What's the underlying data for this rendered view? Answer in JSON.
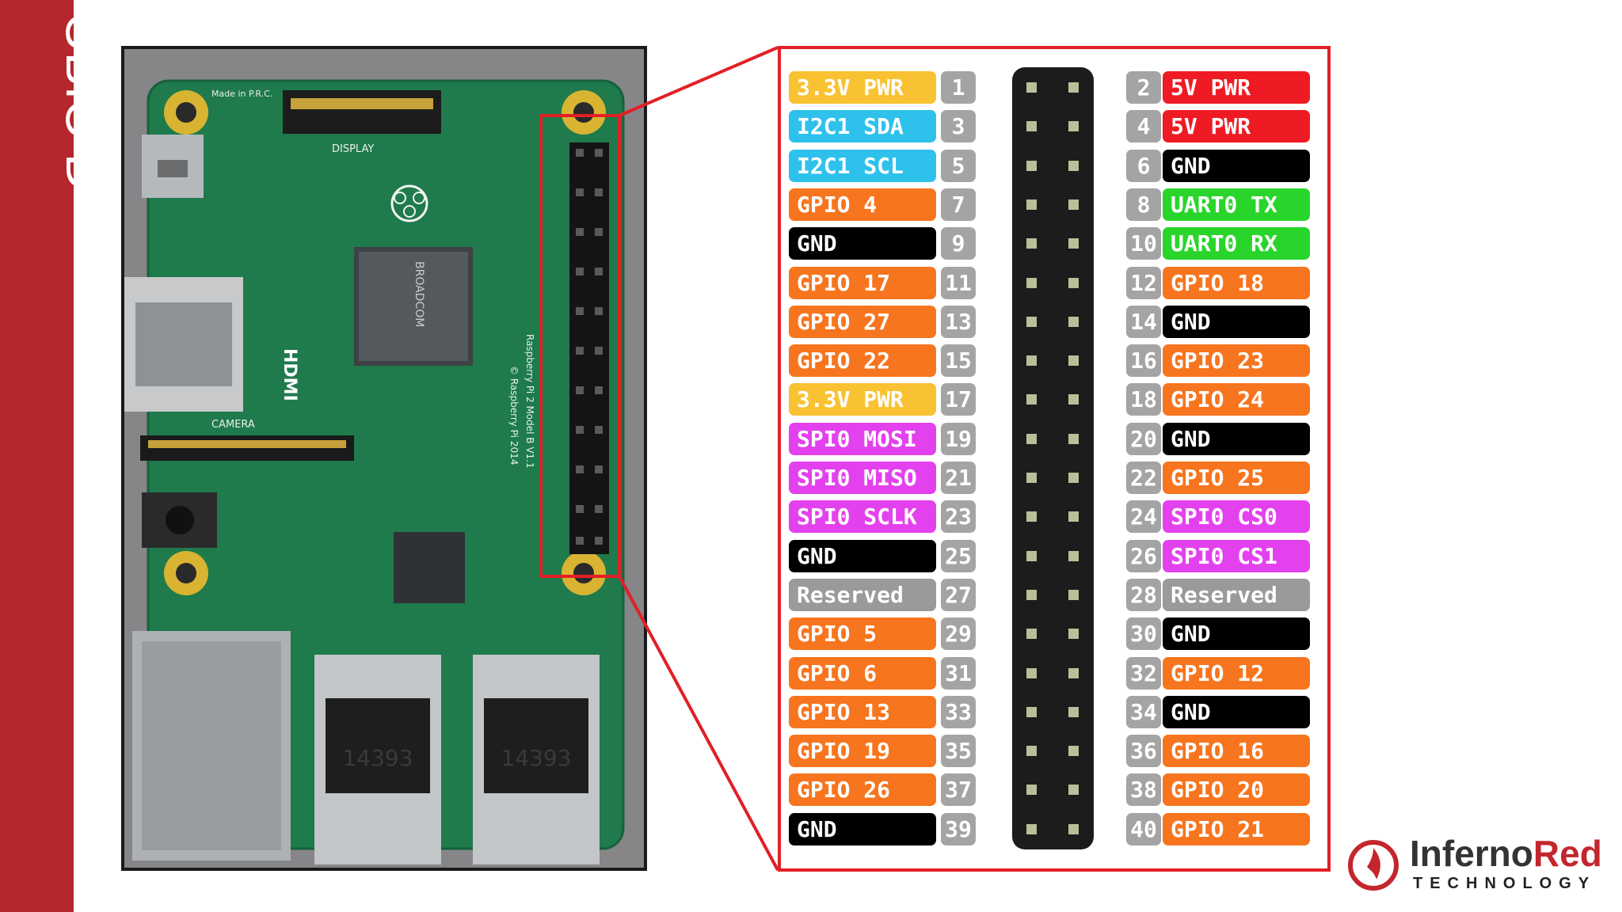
{
  "slide": {
    "title": "GPIO Demo"
  },
  "photo_labels": {
    "board_text": "Raspberry Pi 2 Model B V1.1",
    "copyright": "© Raspberry Pi 2014",
    "chip": "BROADCOM",
    "hdmi": "HDMI",
    "display": "DISPLAY",
    "camera": "CAMERA",
    "usb_code_1": "14393",
    "usb_code_2": "14393",
    "made_in": "Made in P.R.C."
  },
  "pinout": {
    "rows": [
      {
        "left": {
          "label": "3.3V PWR",
          "pin": "1",
          "color": "#f9c232",
          "text_color": "#ffffff"
        },
        "right": {
          "pin": "2",
          "label": "5V PWR",
          "color": "#ee1b24",
          "text_color": "#ffffff"
        }
      },
      {
        "left": {
          "label": "I2C1 SDA",
          "pin": "3",
          "color": "#2ec1ec",
          "text_color": "#ffffff"
        },
        "right": {
          "pin": "4",
          "label": "5V PWR",
          "color": "#ee1b24",
          "text_color": "#ffffff"
        }
      },
      {
        "left": {
          "label": "I2C1 SCL",
          "pin": "5",
          "color": "#2ec1ec",
          "text_color": "#ffffff"
        },
        "right": {
          "pin": "6",
          "label": "GND",
          "color": "#000000",
          "text_color": "#ffffff"
        }
      },
      {
        "left": {
          "label": "GPIO 4",
          "pin": "7",
          "color": "#f7751e",
          "text_color": "#ffffff"
        },
        "right": {
          "pin": "8",
          "label": "UART0 TX",
          "color": "#2ad52b",
          "text_color": "#ffffff"
        }
      },
      {
        "left": {
          "label": "GND",
          "pin": "9",
          "color": "#000000",
          "text_color": "#ffffff"
        },
        "right": {
          "pin": "10",
          "label": "UART0 RX",
          "color": "#2ad52b",
          "text_color": "#ffffff"
        }
      },
      {
        "left": {
          "label": "GPIO 17",
          "pin": "11",
          "color": "#f7751e",
          "text_color": "#ffffff"
        },
        "right": {
          "pin": "12",
          "label": "GPIO 18",
          "color": "#f7751e",
          "text_color": "#ffffff"
        }
      },
      {
        "left": {
          "label": "GPIO 27",
          "pin": "13",
          "color": "#f7751e",
          "text_color": "#ffffff"
        },
        "right": {
          "pin": "14",
          "label": "GND",
          "color": "#000000",
          "text_color": "#ffffff"
        }
      },
      {
        "left": {
          "label": "GPIO 22",
          "pin": "15",
          "color": "#f7751e",
          "text_color": "#ffffff"
        },
        "right": {
          "pin": "16",
          "label": "GPIO 23",
          "color": "#f7751e",
          "text_color": "#ffffff"
        }
      },
      {
        "left": {
          "label": "3.3V PWR",
          "pin": "17",
          "color": "#f9c232",
          "text_color": "#ffffff"
        },
        "right": {
          "pin": "18",
          "label": "GPIO 24",
          "color": "#f7751e",
          "text_color": "#ffffff"
        }
      },
      {
        "left": {
          "label": "SPI0 MOSI",
          "pin": "19",
          "color": "#e341ee",
          "text_color": "#ffffff"
        },
        "right": {
          "pin": "20",
          "label": "GND",
          "color": "#000000",
          "text_color": "#ffffff"
        }
      },
      {
        "left": {
          "label": "SPI0 MISO",
          "pin": "21",
          "color": "#e341ee",
          "text_color": "#ffffff"
        },
        "right": {
          "pin": "22",
          "label": "GPIO 25",
          "color": "#f7751e",
          "text_color": "#ffffff"
        }
      },
      {
        "left": {
          "label": "SPI0 SCLK",
          "pin": "23",
          "color": "#e341ee",
          "text_color": "#ffffff"
        },
        "right": {
          "pin": "24",
          "label": "SPI0 CS0",
          "color": "#e341ee",
          "text_color": "#ffffff"
        }
      },
      {
        "left": {
          "label": "GND",
          "pin": "25",
          "color": "#000000",
          "text_color": "#ffffff"
        },
        "right": {
          "pin": "26",
          "label": "SPI0 CS1",
          "color": "#e341ee",
          "text_color": "#ffffff"
        }
      },
      {
        "left": {
          "label": "Reserved",
          "pin": "27",
          "color": "#9a9a9a",
          "text_color": "#ffffff"
        },
        "right": {
          "pin": "28",
          "label": "Reserved",
          "color": "#9a9a9a",
          "text_color": "#ffffff"
        }
      },
      {
        "left": {
          "label": "GPIO 5",
          "pin": "29",
          "color": "#f7751e",
          "text_color": "#ffffff"
        },
        "right": {
          "pin": "30",
          "label": "GND",
          "color": "#000000",
          "text_color": "#ffffff"
        }
      },
      {
        "left": {
          "label": "GPIO 6",
          "pin": "31",
          "color": "#f7751e",
          "text_color": "#ffffff"
        },
        "right": {
          "pin": "32",
          "label": "GPIO 12",
          "color": "#f7751e",
          "text_color": "#ffffff"
        }
      },
      {
        "left": {
          "label": "GPIO 13",
          "pin": "33",
          "color": "#f7751e",
          "text_color": "#ffffff"
        },
        "right": {
          "pin": "34",
          "label": "GND",
          "color": "#000000",
          "text_color": "#ffffff"
        }
      },
      {
        "left": {
          "label": "GPIO 19",
          "pin": "35",
          "color": "#f7751e",
          "text_color": "#ffffff"
        },
        "right": {
          "pin": "36",
          "label": "GPIO 16",
          "color": "#f7751e",
          "text_color": "#ffffff"
        }
      },
      {
        "left": {
          "label": "GPIO 26",
          "pin": "37",
          "color": "#f7751e",
          "text_color": "#ffffff"
        },
        "right": {
          "pin": "38",
          "label": "GPIO 20",
          "color": "#f7751e",
          "text_color": "#ffffff"
        }
      },
      {
        "left": {
          "label": "GND",
          "pin": "39",
          "color": "#000000",
          "text_color": "#ffffff"
        },
        "right": {
          "pin": "40",
          "label": "GPIO 21",
          "color": "#f7751e",
          "text_color": "#ffffff"
        }
      }
    ]
  },
  "logo": {
    "name_part1": "Inferno",
    "name_part2": "Red",
    "subtitle": "TECHNOLOGY"
  },
  "colors": {
    "sidebar": "#b3272d",
    "callout_red": "#e21f26",
    "pcb_green": "#1f7a4c",
    "pin_number_grey": "#a4a4a4",
    "brand_red": "#c4262e"
  }
}
